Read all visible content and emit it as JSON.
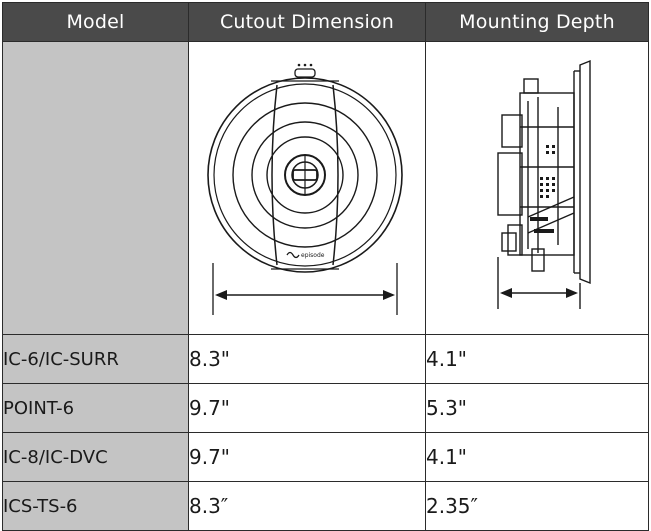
{
  "table": {
    "headers": [
      "Model",
      "Cutout Dimension",
      "Mounting Depth"
    ],
    "front_logo_text": "episode",
    "rows": [
      {
        "model": "IC-6/IC-SURR",
        "cutout": "8.3\"",
        "depth": "4.1\""
      },
      {
        "model": "POINT-6",
        "cutout": "9.7\"",
        "depth": "5.3\""
      },
      {
        "model": "IC-8/IC-DVC",
        "cutout": "9.7\"",
        "depth": "4.1\""
      },
      {
        "model": "ICS-TS-6",
        "cutout": "8.3″",
        "depth": "2.35″"
      }
    ]
  }
}
